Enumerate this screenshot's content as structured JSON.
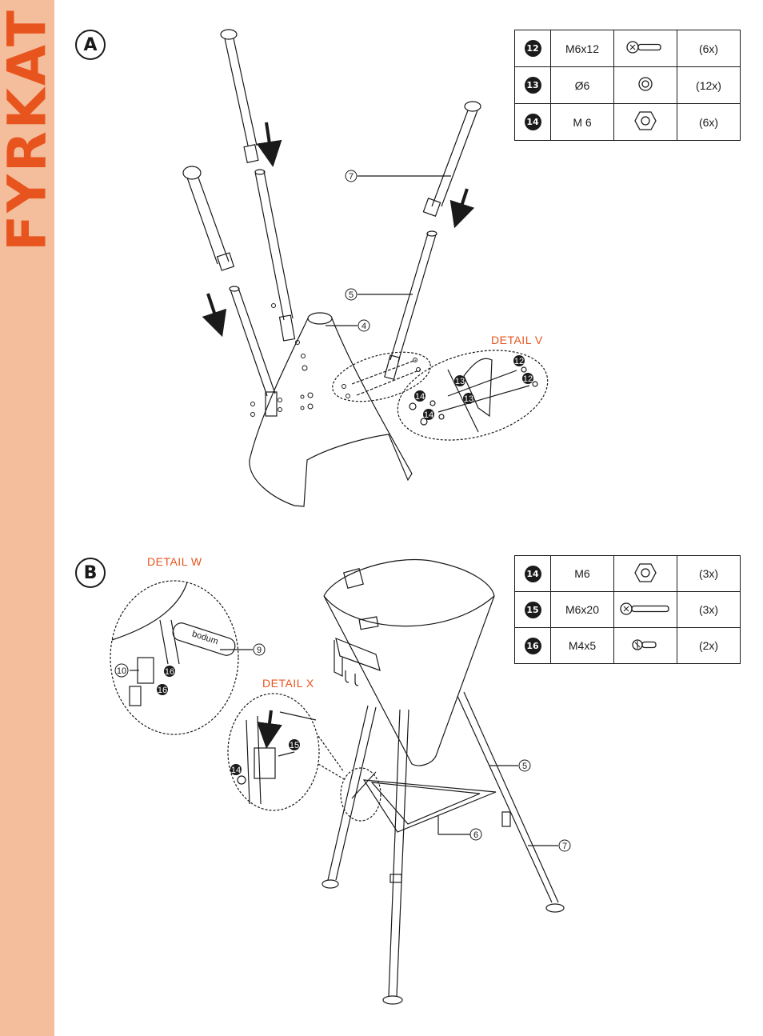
{
  "brand": "FYRKAT",
  "steps": {
    "a": "A",
    "b": "B"
  },
  "details": {
    "v": "DETAIL V",
    "w": "DETAIL W",
    "x": "DETAIL X"
  },
  "parts_a": [
    {
      "num": "12",
      "size": "M6x12",
      "icon": "bolt-short-icon",
      "qty": "(6x)"
    },
    {
      "num": "13",
      "size": "Ø6",
      "icon": "washer-icon",
      "qty": "(12x)"
    },
    {
      "num": "14",
      "size": "M 6",
      "icon": "hex-nut-icon",
      "qty": "(6x)"
    }
  ],
  "parts_b": [
    {
      "num": "14",
      "size": "M6",
      "icon": "hex-nut-icon",
      "qty": "(3x)"
    },
    {
      "num": "15",
      "size": "M6x20",
      "icon": "bolt-long-icon",
      "qty": "(3x)"
    },
    {
      "num": "16",
      "size": "M4x5",
      "icon": "screw-small-icon",
      "qty": "(2x)"
    }
  ],
  "callouts_a": {
    "c7": "7",
    "c5": "5",
    "c4": "4",
    "v12a": "12",
    "v12b": "12",
    "v13a": "13",
    "v13b": "13",
    "v14a": "14",
    "v14b": "14"
  },
  "callouts_b": {
    "w9": "9",
    "w10": "10",
    "w16a": "16",
    "w16b": "16",
    "x15": "15",
    "x14": "14",
    "c5": "5",
    "c6": "6",
    "c7": "7"
  },
  "handle_text": "bodum",
  "colors": {
    "accent": "#e8541e",
    "band": "#f4bd9b",
    "ink": "#1a1a1a"
  }
}
